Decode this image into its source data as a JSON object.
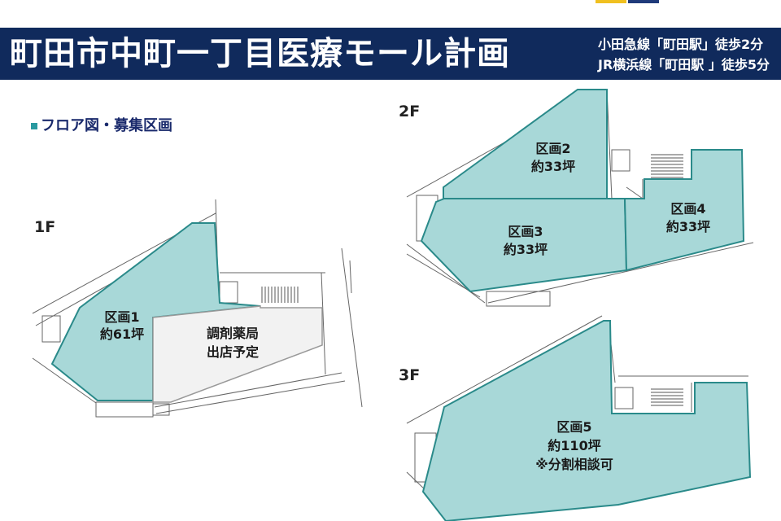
{
  "header": {
    "title": "町田市中町一丁目医療モール計画",
    "access_1": "小田急線「町田駅」徒歩2分",
    "access_2": "JR横浜線「町田駅 」徒歩5分"
  },
  "section_label": "フロア図・募集区画",
  "floors": {
    "f1": "1F",
    "f2": "2F",
    "f3": "3F"
  },
  "zones": {
    "z1": {
      "name": "区画1",
      "area": "約61坪"
    },
    "pharmacy": {
      "name": "調剤薬局",
      "note": "出店予定"
    },
    "z2": {
      "name": "区画2",
      "area": "約33坪"
    },
    "z3": {
      "name": "区画3",
      "area": "約33坪"
    },
    "z4": {
      "name": "区画4",
      "area": "約33坪"
    },
    "z5": {
      "name": "区画5",
      "area": "約110坪",
      "note": "※分割相談可"
    }
  },
  "colors": {
    "header_bg": "#102a5c",
    "zone_fill": "#a8d8d8",
    "zone_stroke": "#2a8a8a",
    "pharmacy_fill": "#f2f2f2",
    "accent_square": "#2a9aa0"
  }
}
